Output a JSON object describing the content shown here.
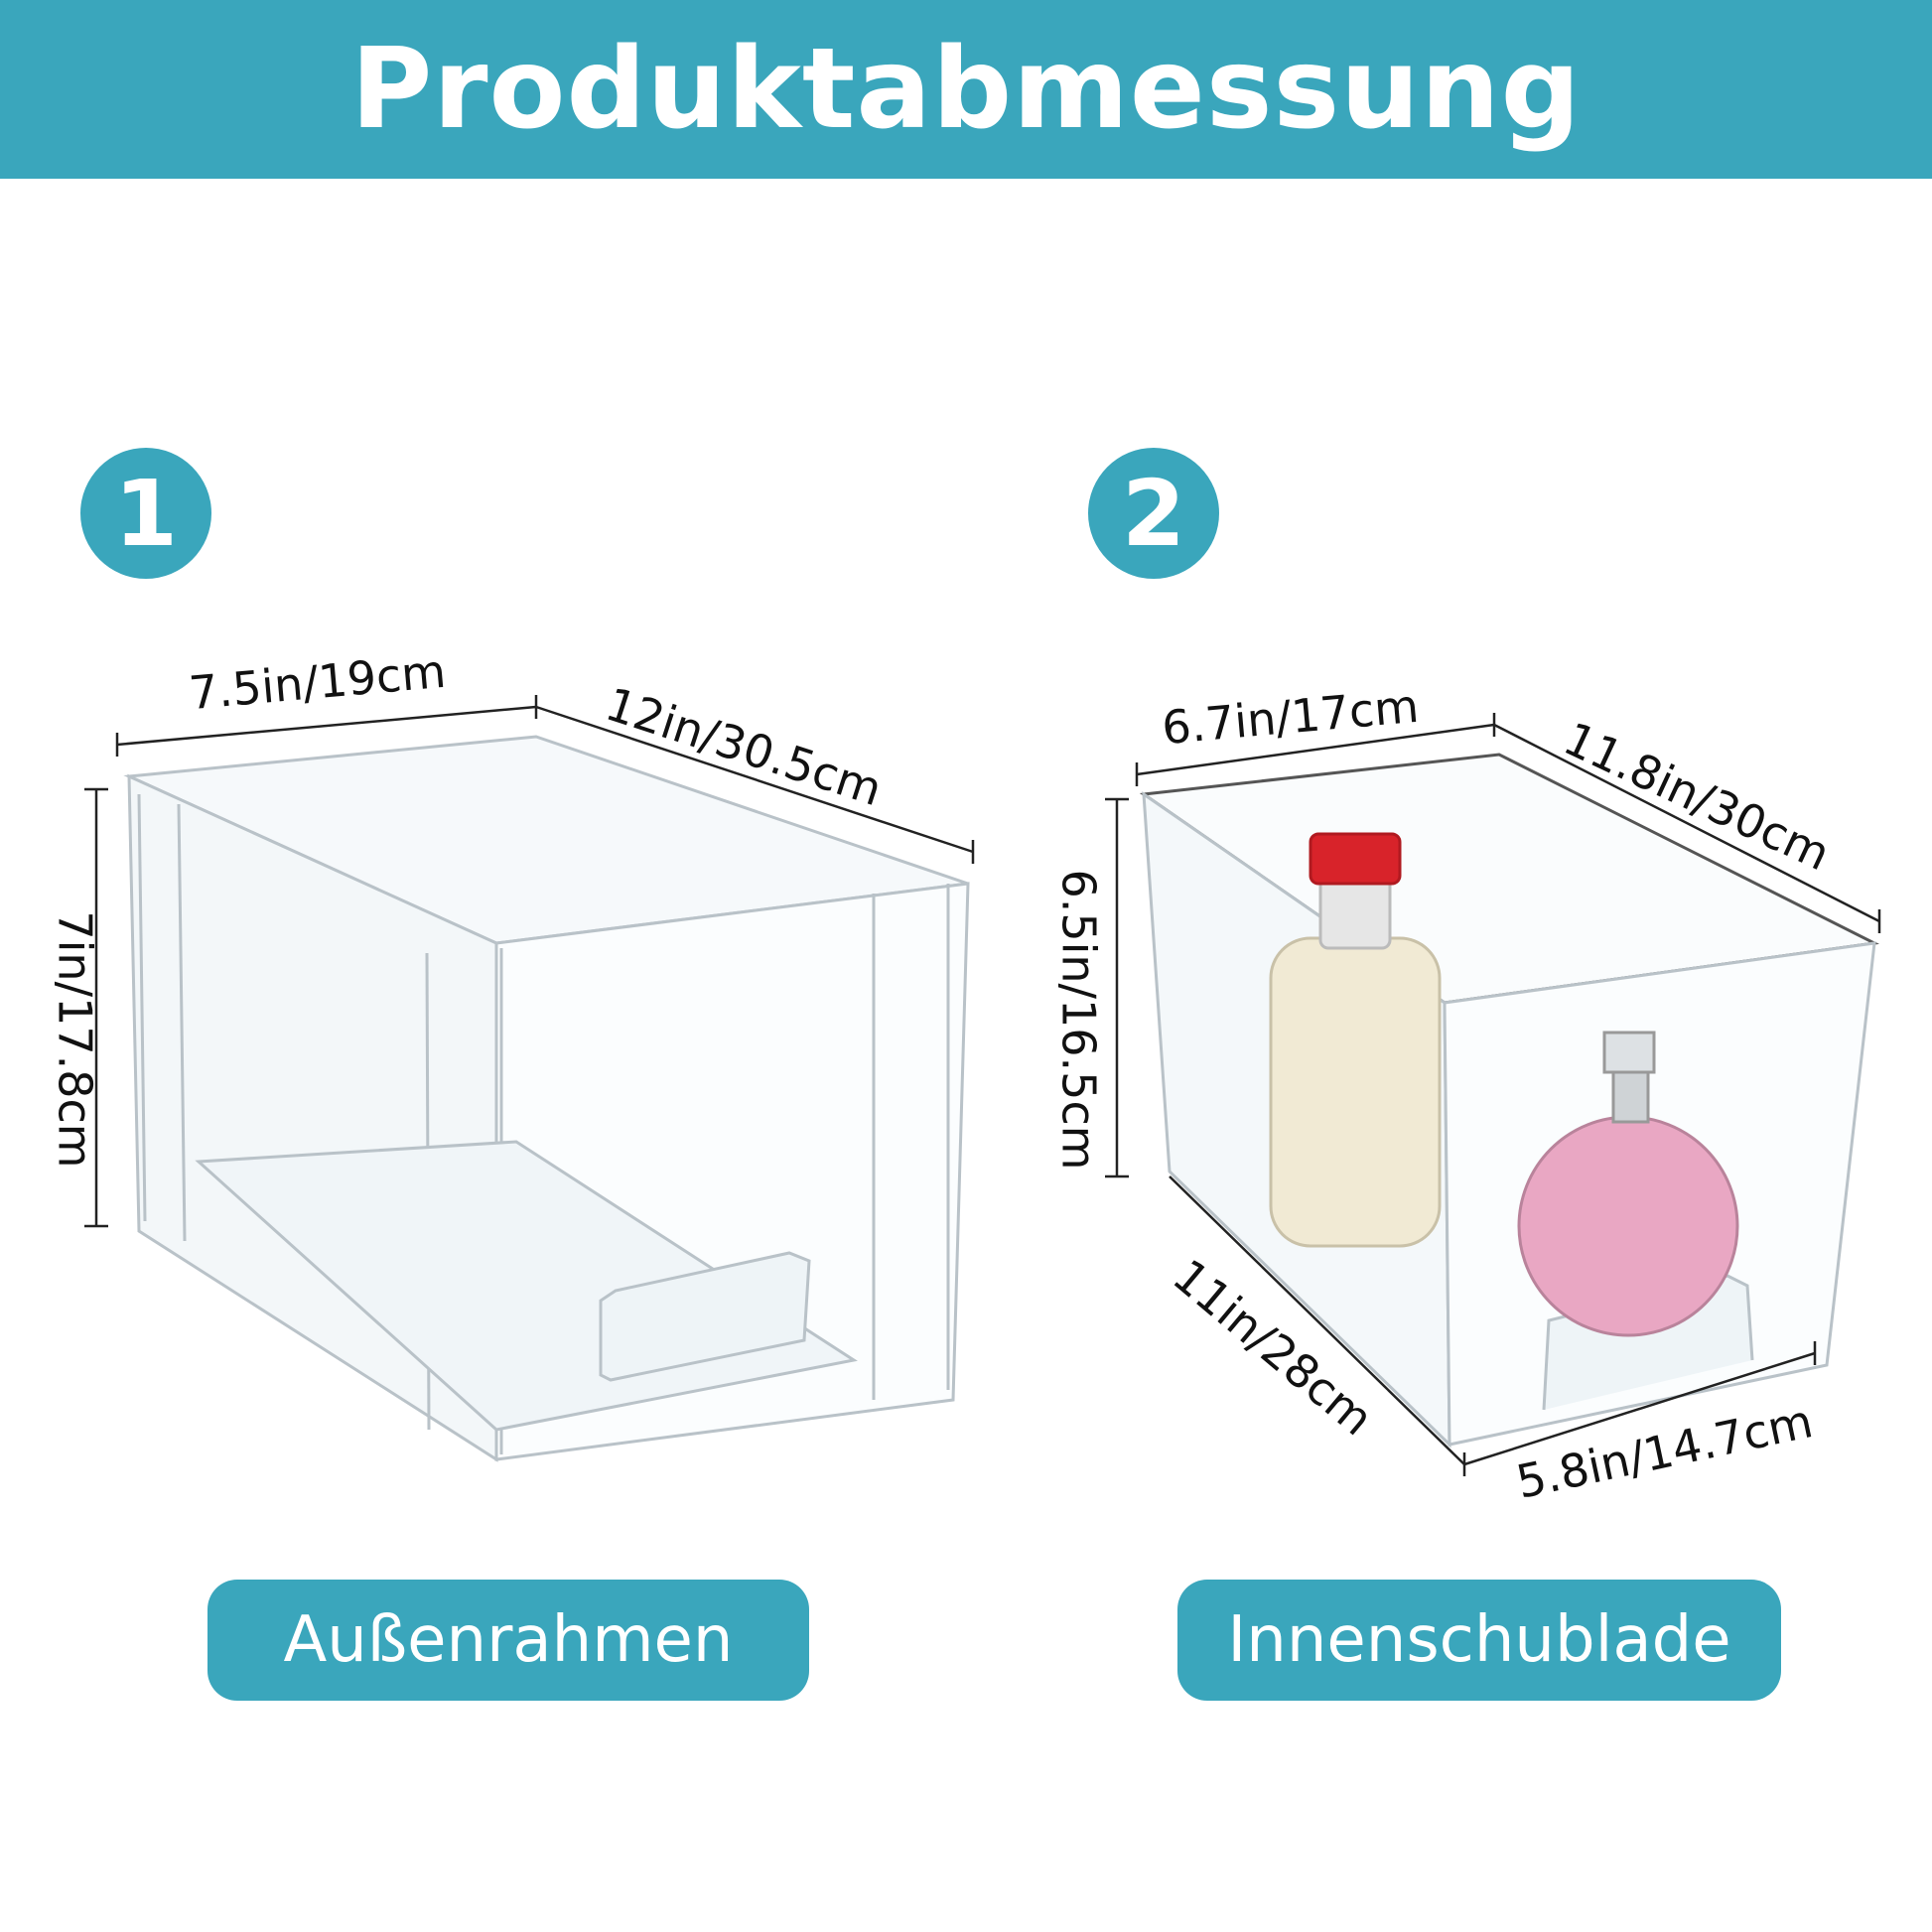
{
  "header": {
    "title": "Produktabmessung"
  },
  "panels": [
    {
      "number": "1",
      "label": "Außenrahmen",
      "dimensions": {
        "width": "7.5in/19cm",
        "depth": "12in/30.5cm",
        "height": "7in/17.8cm"
      }
    },
    {
      "number": "2",
      "label": "Innenschublade",
      "dimensions": {
        "top_width": "6.7in/17cm",
        "depth": "11.8in/30cm",
        "height": "6.5in/16.5cm",
        "bottom_depth": "11in/28cm",
        "bottom_width": "5.8in/14.7cm"
      }
    }
  ],
  "colors": {
    "accent": "#3aa6bc",
    "text": "#111111",
    "background": "#ffffff"
  }
}
